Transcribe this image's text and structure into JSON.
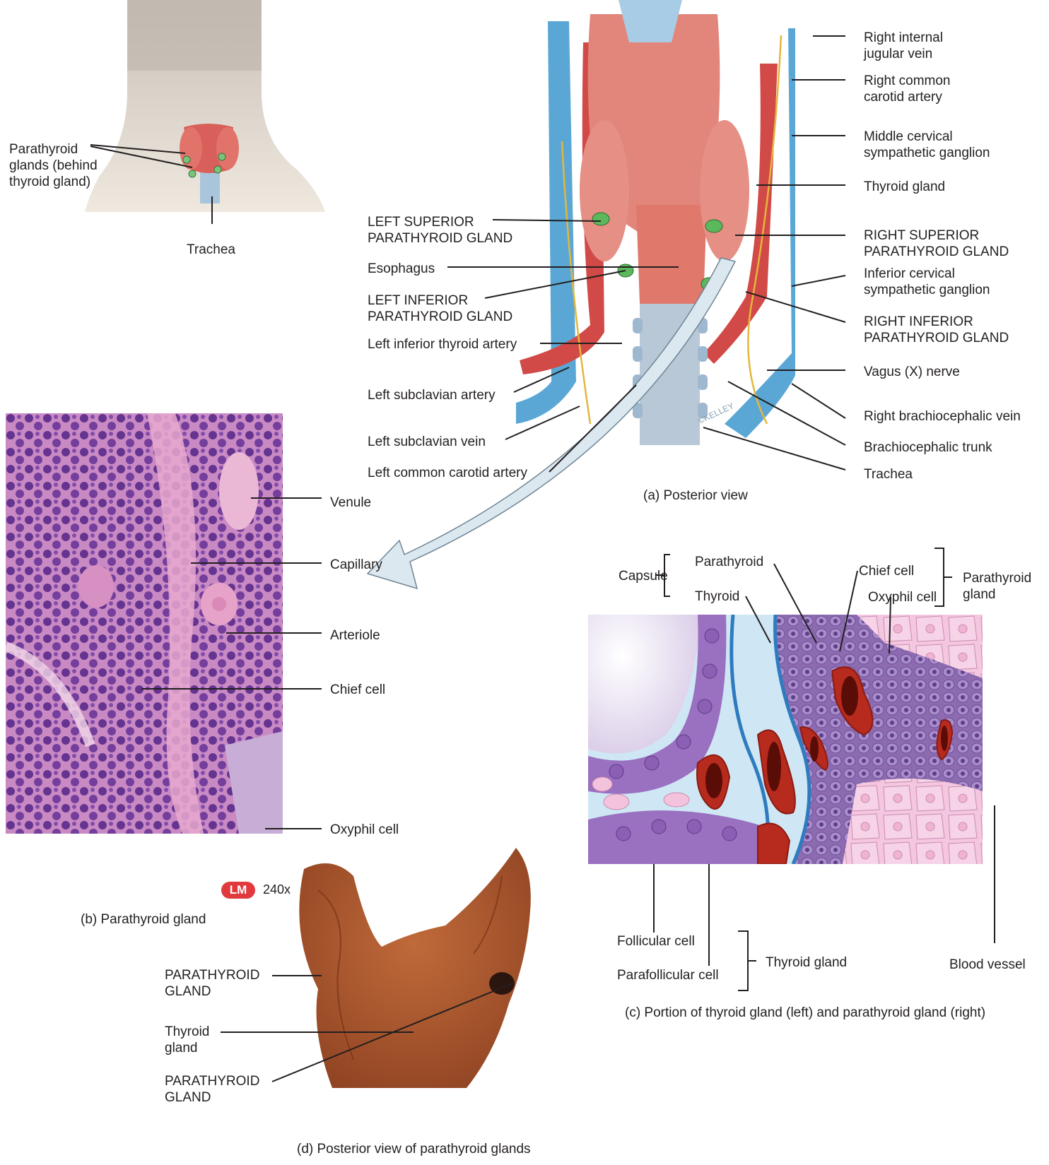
{
  "neck": {
    "parathyroid_label": "Parathyroid\nglands (behind\nthyroid gland)",
    "trachea_label": "Trachea"
  },
  "panel_a": {
    "caption": "(a) Posterior view",
    "artist_signature": "©KELLEY",
    "left_labels": [
      "LEFT SUPERIOR\nPARATHYROID GLAND",
      "Esophagus",
      "LEFT INFERIOR\nPARATHYROID GLAND",
      "Left inferior thyroid artery",
      "Left subclavian artery",
      "Left subclavian vein",
      "Left common carotid artery"
    ],
    "right_labels": [
      "Right internal\njugular vein",
      "Right common\ncarotid artery",
      "Middle cervical\nsympathetic ganglion",
      "Thyroid gland",
      "RIGHT SUPERIOR\nPARATHYROID GLAND",
      "Inferior cervical\nsympathetic ganglion",
      "RIGHT INFERIOR\nPARATHYROID GLAND",
      "Vagus (X) nerve",
      "Right brachiocephalic vein",
      "Brachiocephalic trunk",
      "Trachea"
    ]
  },
  "panel_b": {
    "caption": "(b) Parathyroid gland",
    "labels": [
      "Venule",
      "Capillary",
      "Arteriole",
      "Chief cell",
      "Oxyphil cell"
    ],
    "badge": "LM",
    "magnification": "240x"
  },
  "panel_c": {
    "caption": "(c) Portion of thyroid gland (left) and parathyroid gland (right)",
    "capsule_label": "Capsule",
    "capsule_parts": [
      "Parathyroid",
      "Thyroid"
    ],
    "parathyroid_cells": [
      "Chief cell",
      "Oxyphil cell"
    ],
    "parathyroid_group": "Parathyroid\ngland",
    "thyroid_cells": [
      "Follicular cell",
      "Parafollicular cell"
    ],
    "thyroid_group": "Thyroid gland",
    "blood_vessel": "Blood vessel"
  },
  "panel_d": {
    "caption": "(d) Posterior view of parathyroid glands",
    "labels": [
      "PARATHYROID\nGLAND",
      "Thyroid\ngland",
      "PARATHYROID\nGLAND"
    ]
  }
}
